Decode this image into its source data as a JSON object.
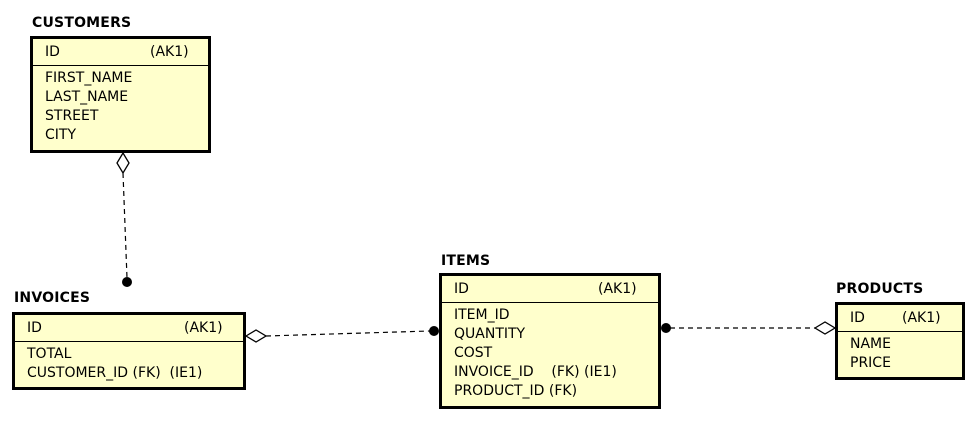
{
  "entities": {
    "customers": {
      "title": "CUSTOMERS",
      "pk": "ID",
      "ak": "(AK1)",
      "attributes": [
        "FIRST_NAME",
        "LAST_NAME",
        "STREET",
        "CITY"
      ]
    },
    "invoices": {
      "title": "INVOICES",
      "pk": "ID",
      "ak": "(AK1)",
      "attributes": [
        "TOTAL",
        "CUSTOMER_ID (FK)  (IE1)"
      ]
    },
    "items": {
      "title": "ITEMS",
      "pk": "ID",
      "ak": "(AK1)",
      "attributes": [
        "ITEM_ID",
        "QUANTITY",
        "COST",
        "INVOICE_ID    (FK) (IE1)",
        "PRODUCT_ID (FK)"
      ]
    },
    "products": {
      "title": "PRODUCTS",
      "pk": "ID",
      "ak": "(AK1)",
      "attributes": [
        "NAME",
        "PRICE"
      ]
    }
  },
  "colors": {
    "entity_fill": "#ffffcc",
    "line": "#000000"
  }
}
